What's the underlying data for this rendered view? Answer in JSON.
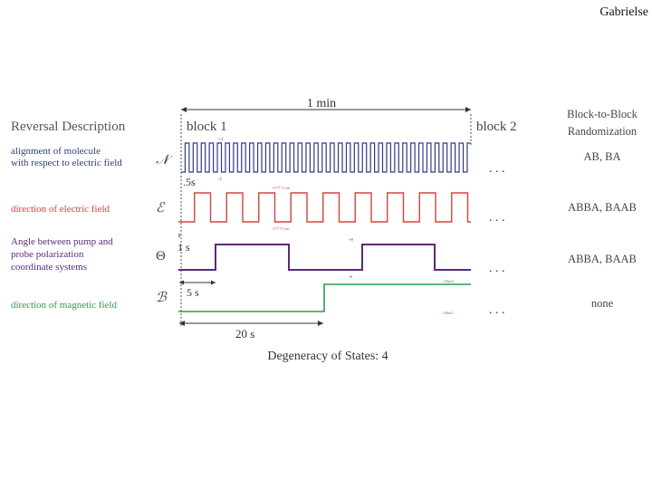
{
  "slide": {
    "author": "Gabrielse"
  },
  "header": {
    "reversal_title": "Reversal Description",
    "duration_label": "1 min",
    "block1_label": "block 1",
    "block2_label": "block 2",
    "randomization_title_line1": "Block-to-Block",
    "randomization_title_line2": "Randomization"
  },
  "rows": [
    {
      "id": "N",
      "label": "alignment of molecule with respect to electric field",
      "symbol": "𝒩",
      "color": "#2f3c86",
      "randomization": "AB, BA",
      "annotations": {
        "top": "+1",
        "bottom": "-1"
      },
      "period_label": ".5s"
    },
    {
      "id": "E",
      "label": "direction of electric field",
      "symbol": "ℰ",
      "color": "#d94040",
      "randomization": "ABBA, BAAB",
      "annotations": {
        "top": "+177 V/cm",
        "bottom": "-177 V/cm"
      },
      "period_label": "1 s"
    },
    {
      "id": "Theta",
      "label": "Angle between pump and probe polarization coordinate systems",
      "symbol": "Θ",
      "color": "#5a2a7a",
      "randomization": "ABBA, BAAB",
      "annotations": {
        "top": "+θ",
        "bottom": "-θ"
      },
      "period_label": "5 s"
    },
    {
      "id": "B",
      "label": "direction of magnetic field",
      "symbol": "ℬ",
      "color": "#2e9a4a",
      "randomization": "none",
      "annotations": {
        "top": "+20mG",
        "bottom": "-20mG"
      },
      "period_label": "20 s"
    }
  ],
  "continuation": ". . .",
  "footer": {
    "degeneracy": "Degeneracy of States: 4"
  },
  "colors": {
    "block_marker": "#888888",
    "baseline": "#9aa0c0",
    "theta_fill": "#a48cc4"
  }
}
